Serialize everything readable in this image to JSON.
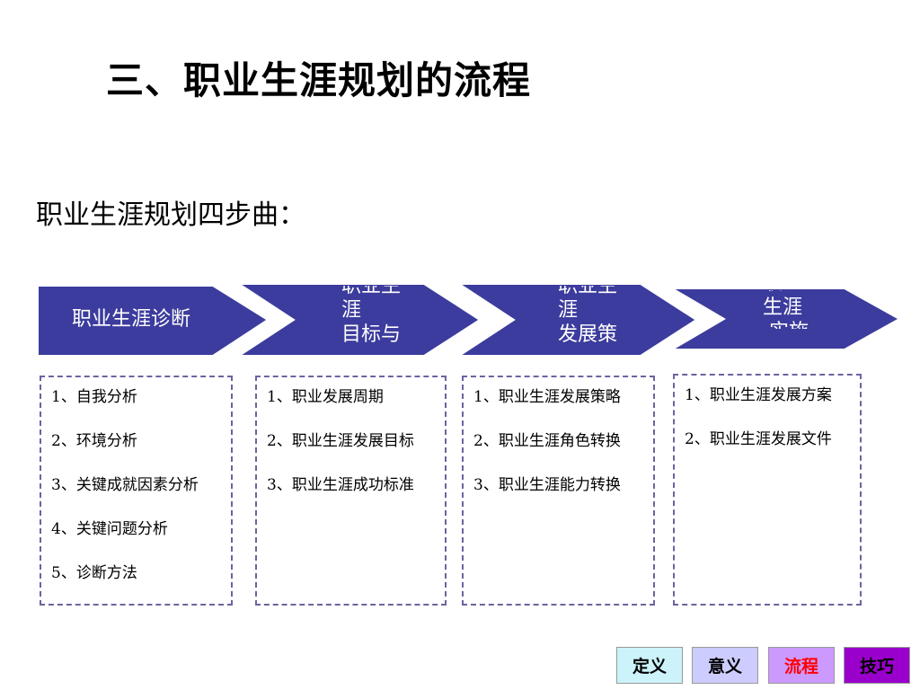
{
  "slide": {
    "title": "三、职业生涯规划的流程",
    "subtitle": "职业生涯规划四步曲："
  },
  "steps": [
    {
      "label": "职业生涯诊断",
      "items": [
        "1、自我分析",
        "2、环境分析",
        "3、关键成就因素分析",
        "4、关键问题分析",
        "5、诊断方法"
      ]
    },
    {
      "label": "职业生\n涯\n目标与\n标准",
      "items": [
        "1、职业发展周期",
        "2、职业生涯发展目标",
        "3、职业生涯成功标准"
      ]
    },
    {
      "label": "职业生\n涯\n发展策\n略",
      "items": [
        "1、职业生涯发展策略",
        "2、职业生涯角色转换",
        "3、职业生涯能力转换"
      ]
    },
    {
      "label": "职业\n生涯\n 实施",
      "items": [
        "1、职业生涯发展方案",
        "2、职业生涯发展文件"
      ]
    }
  ],
  "nav": [
    {
      "label": "定义",
      "bg": "#ccf2fa",
      "color": "#000000"
    },
    {
      "label": "意义",
      "bg": "#ccccff",
      "color": "#000000"
    },
    {
      "label": "流程",
      "bg": "#cc99ff",
      "color": "#ff0000"
    },
    {
      "label": "技巧",
      "bg": "#9900cc",
      "color": "#000000"
    }
  ],
  "colors": {
    "chevron_fill": "#3c3c9e",
    "chevron_stroke": "#ffffff",
    "box_border": "#6a64a0"
  }
}
